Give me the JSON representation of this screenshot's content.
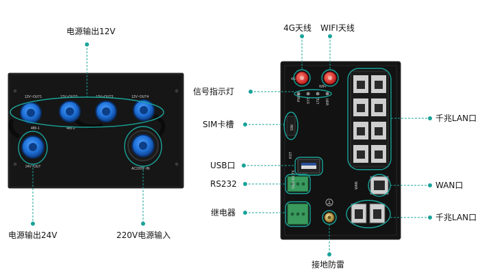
{
  "left_device": {
    "callouts": {
      "top": "电源输出12V",
      "bottom_left": "电源输出24V",
      "bottom_right": "220V电源输入"
    },
    "panel_labels": {
      "out1": "12V~OUT1",
      "out2": "12V~OUT2",
      "out3": "12V~OUT3",
      "out4": "12V~OUT4",
      "rs485_1": "485-1",
      "rs485_2": "485-2",
      "out24": "24V~OUT",
      "ac_in": "AC220V~IN"
    }
  },
  "right_device": {
    "callouts": {
      "antenna_4g": "4G天线",
      "antenna_wifi": "WIFI天线",
      "indicator": "信号指示灯",
      "sim": "SIM卡槽",
      "usb": "USB口",
      "rs232": "RS232",
      "relay": "继电器",
      "ground": "接地防雷",
      "lan_top": "千兆LAN口",
      "wan": "WAN口",
      "lan_bottom": "千兆LAN口"
    },
    "panel_labels": {
      "ant_4g": "4G",
      "ant_wifi": "WIFI",
      "pwr": "PWR",
      "sys": "SYS",
      "lte": "LTE",
      "wifi": "WIFI",
      "sim": "SIM",
      "rst": "RST",
      "rs232_pins": "GND RX TX",
      "wan": "WAN"
    }
  },
  "colors": {
    "accent": "#1aa39a",
    "panel": "#141414",
    "connector": "#1e6fd6",
    "antenna": "#e23a3a"
  }
}
